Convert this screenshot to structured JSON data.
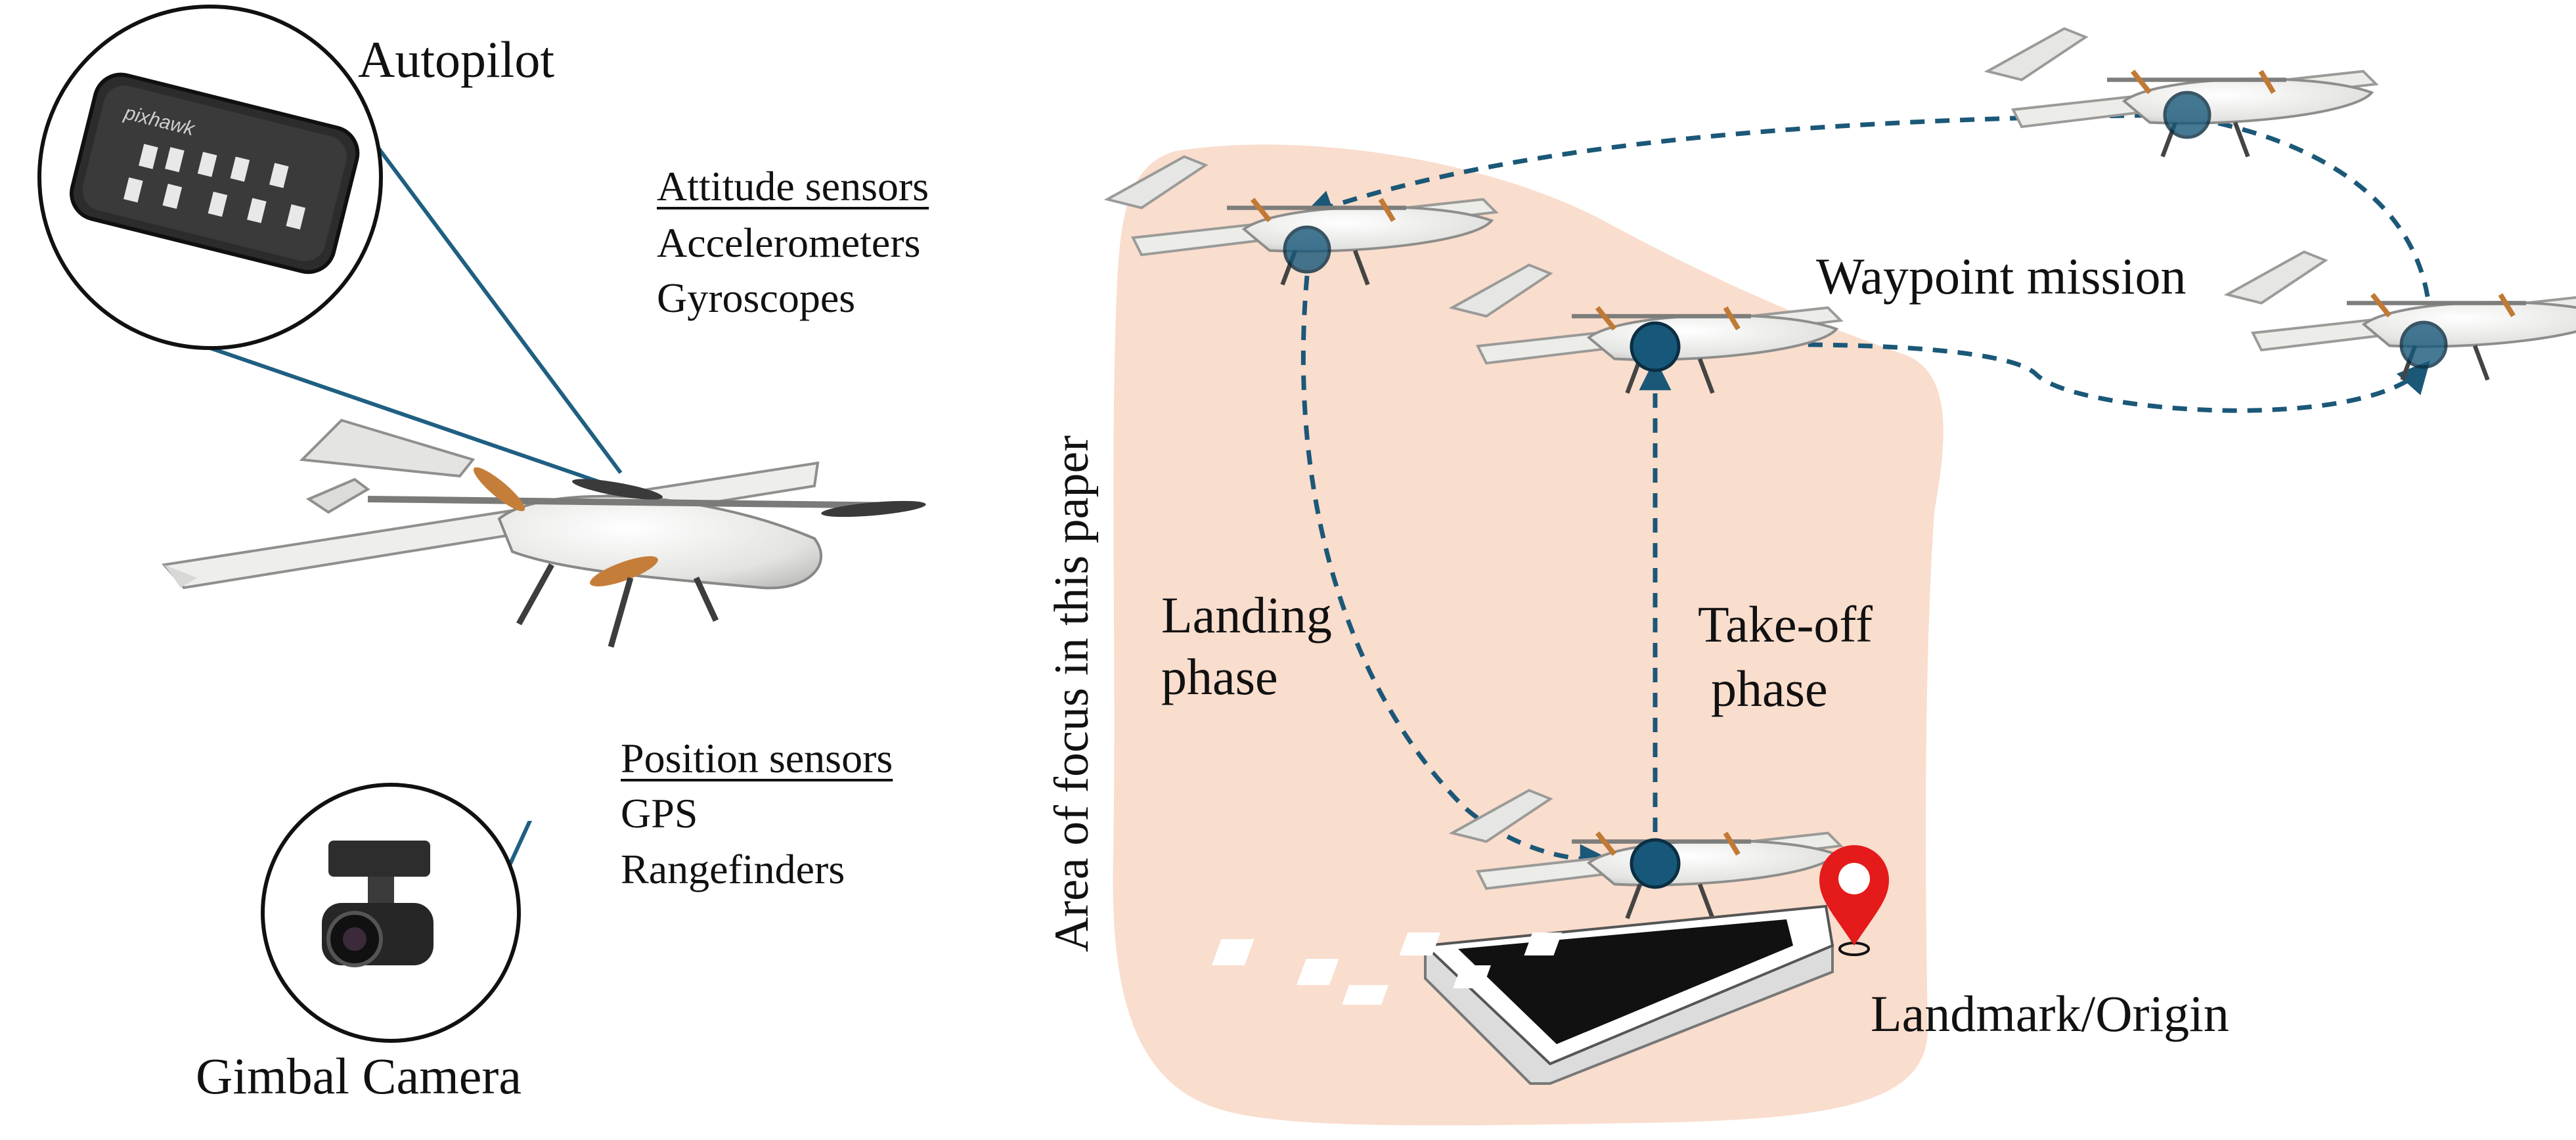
{
  "left_panel": {
    "autopilot_title": "Autopilot",
    "attitude_sensors": {
      "heading": "Attitude sensors",
      "items": [
        "Accelerometers",
        "Gyroscopes"
      ]
    },
    "position_sensors": {
      "heading": "Position sensors",
      "items": [
        "GPS",
        "Rangefinders"
      ]
    },
    "camera_title": "Gimbal Camera",
    "autopilot_board_text": "pixhawk"
  },
  "right_panel": {
    "focus_area_label": "Area of focus in this paper",
    "waypoint_label": "Waypoint mission",
    "landing_label": [
      "Landing",
      "phase"
    ],
    "takeoff_label": [
      "Take-off",
      "phase"
    ],
    "landmark_label": "Landmark/Origin"
  },
  "colors": {
    "connector_lines": "#1f5f82",
    "flight_path": "#1b5878",
    "waypoint_marker": "#17587a",
    "focus_area_fill": "#f9ddcd",
    "location_pin": "#e51a1a",
    "airframe": "#e8e8e6"
  }
}
